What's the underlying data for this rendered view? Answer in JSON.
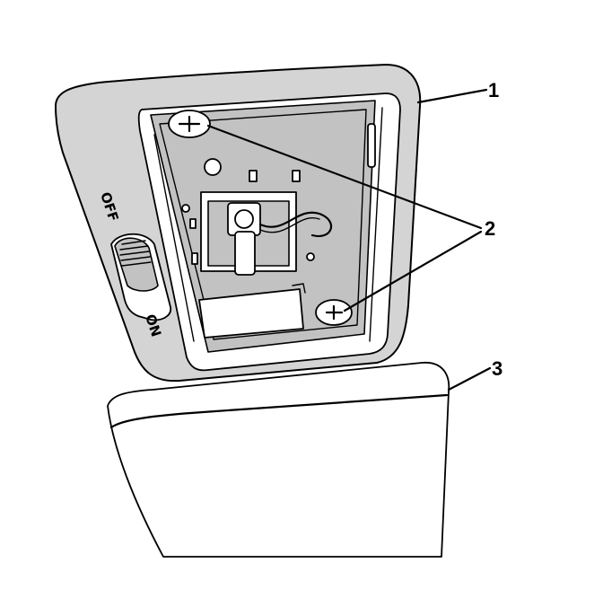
{
  "callouts": {
    "c1": "1",
    "c2": "2",
    "c3": "3"
  },
  "switch": {
    "off_label": "OFF",
    "on_label": "ON"
  }
}
